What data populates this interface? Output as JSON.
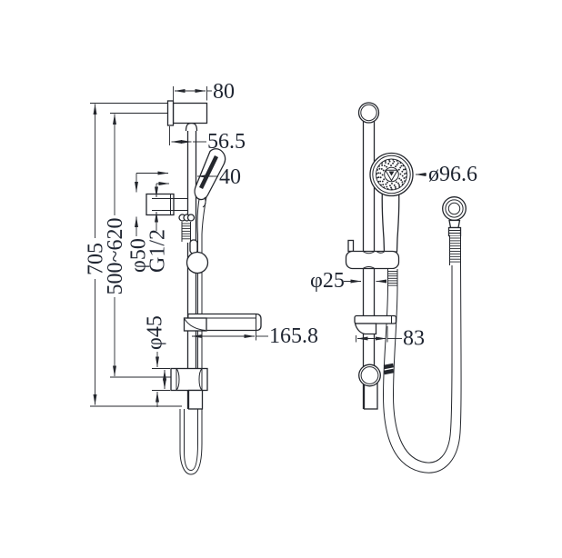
{
  "page": {
    "background": "#ffffff"
  },
  "drawing": {
    "kind": "shower-rail-set-technical-drawing",
    "line_color": "#24272d",
    "text_color": "#1f2531",
    "left_view": {
      "dims": {
        "top_bracket_depth": "80",
        "bracket_offset": "56.5",
        "handset_width": "40",
        "inlet_flange_diameter": "φ50",
        "inlet_thread": "G1/2",
        "total_height": "705",
        "adjustable_range": "500~620",
        "bottom_bracket_diameter": "φ45",
        "shelf_depth": "165.8"
      }
    },
    "right_view": {
      "dims": {
        "head_diameter": "ø96.6",
        "rail_diameter": "φ25",
        "shelf_width": "83"
      }
    }
  }
}
